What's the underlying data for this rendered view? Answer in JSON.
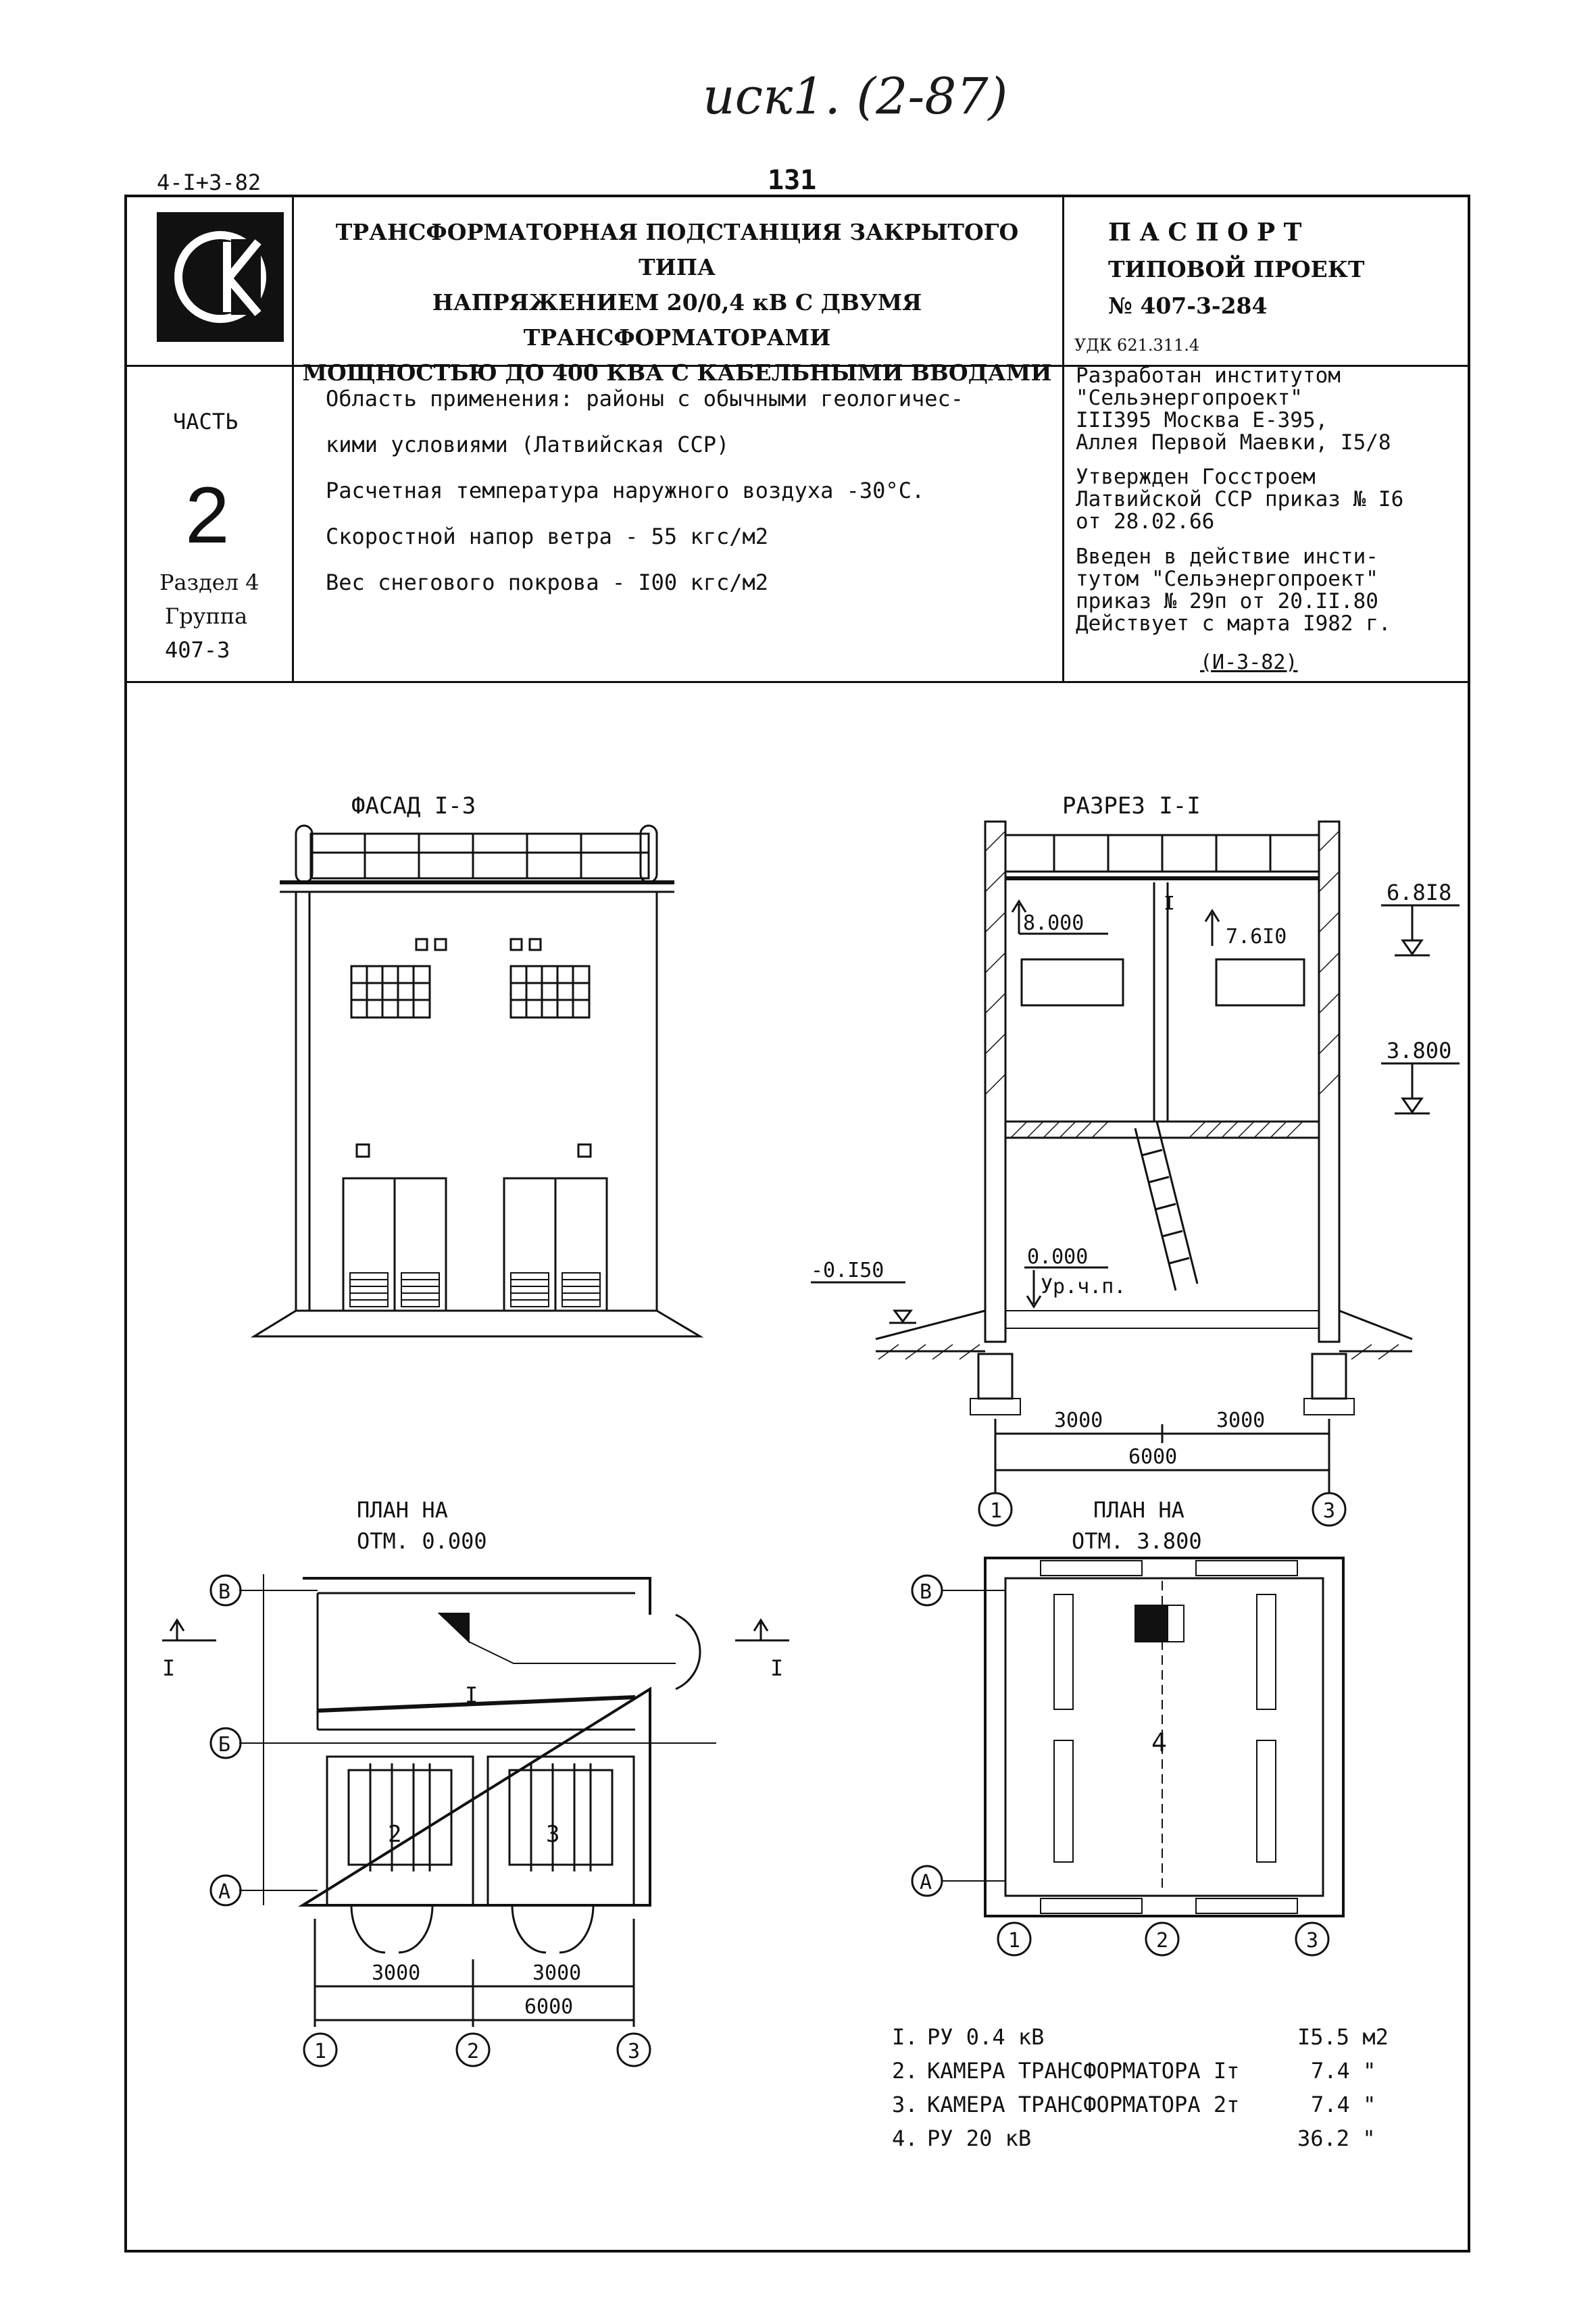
{
  "handwritten_note": "иск1. (2-87)",
  "doc_code": "4-I+3-82",
  "page_number": "131",
  "logo_text": "СК",
  "title_lines": [
    "ТРАНСФОРМАТОРНАЯ ПОДСТАНЦИЯ ЗАКРЫТОГО ТИПА",
    "НАПРЯЖЕНИЕМ 20/0,4 кВ С ДВУМЯ ТРАНСФОРМАТОРАМИ",
    "МОЩНОСТЬЮ ДО 400 КВА  С КАБЕЛЬНЫМИ ВВОДАМИ"
  ],
  "passport": {
    "heading": "П А С П О Р Т",
    "subheading": "ТИПОВОЙ ПРОЕКТ",
    "project_no": "№ 407-3-284",
    "udk": "УДК 621.311.4"
  },
  "part": {
    "label": "ЧАСТЬ",
    "number": "2",
    "section": "Раздел 4",
    "group": "Группа",
    "group_no": "407-3"
  },
  "conditions": [
    "Область применения: районы с обычными геологичес-",
    "кими условиями (Латвийская ССР)",
    "Расчетная температура наружного воздуха -30°С.",
    "Скоростной напор ветра - 55 кгс/м2",
    "Вес снегового покрова  - I00 кгс/м2"
  ],
  "developer": {
    "l1": "Разработан институтом",
    "l2": "\"Сельэнергопроект\"",
    "l3": "III395 Москва Е-395,",
    "l4": "Аллея Первой Маевки, I5/8"
  },
  "approved": {
    "l1": "Утвержден Госстроем",
    "l2": "Латвийской ССР приказ № I6",
    "l3": "от 28.02.66"
  },
  "enacted": {
    "l1": "Введен в действие инсти-",
    "l2": "тутом \"Сельэнергопроект\"",
    "l3": "приказ № 29п от 20.II.80",
    "l4": "Действует с марта I982 г.",
    "code": "(И-3-82)"
  },
  "drawings": {
    "facade_title": "ФАСАД I-3",
    "section_title": "РАЗРЕЗ I-I",
    "section_marks": {
      "m8000": "8.000",
      "m7610": "7.6I0",
      "m6818": "6.8I8",
      "m3800": "3.800",
      "m0000": "0.000",
      "m0150": "-0.I50",
      "floor": "Ур.ч.п.",
      "d1": "3000",
      "d2": "3000",
      "total": "6000",
      "axis1": "1",
      "axis3": "3",
      "label_i": "I"
    },
    "plan1_title_l1": "ПЛАН НА",
    "plan1_title_l2": "ОТМ. 0.000",
    "plan2_title_l1": "ПЛАН НА",
    "plan2_title_l2": "ОТМ. 3.800",
    "plan1": {
      "axis_v": "В",
      "axis_b": "Б",
      "axis_a": "А",
      "cut": "I",
      "room1": "I",
      "room2": "2",
      "room3": "3",
      "d1": "3000",
      "d2": "3000",
      "total": "6000",
      "ax1": "1",
      "ax2": "2",
      "ax3": "3"
    },
    "plan2": {
      "axis_v": "В",
      "axis_a": "А",
      "room4": "4",
      "ax1": "1",
      "ax2": "2",
      "ax3": "3"
    }
  },
  "legend": [
    {
      "no": "I.",
      "name": "РУ 0.4 кВ",
      "area": "I5.5 м2"
    },
    {
      "no": "2.",
      "name": "КАМЕРА ТРАНСФОРМАТОРА Iт",
      "area": "7.4 \""
    },
    {
      "no": "3.",
      "name": "КАМЕРА ТРАНСФОРМАТОРА 2т",
      "area": "7.4 \""
    },
    {
      "no": "4.",
      "name": "РУ 20 кВ",
      "area": "36.2 \""
    }
  ]
}
